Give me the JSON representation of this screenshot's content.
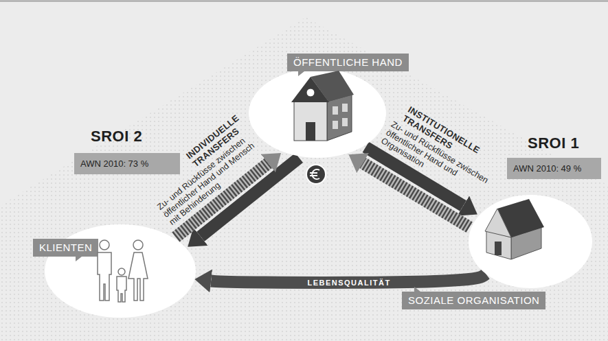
{
  "diagram": {
    "nodes": [
      {
        "text": [
          "ÖFFENTLICHE HAND"
        ]
      },
      {
        "text": [
          "SROI 2",
          "AWN 2010: 73 %"
        ]
      },
      {
        "text": [
          "SROI 1",
          "AWN 2010: 49 %"
        ]
      },
      {
        "text": [
          "KLIENTEN"
        ]
      },
      {
        "text": [
          "SOZIALE ORGANISATION"
        ]
      }
    ],
    "edges": [
      {
        "from": 0,
        "to": 3,
        "arrow": "to"
      },
      {
        "from": 3,
        "to": 0,
        "arrow": "to"
      },
      {
        "from": 0,
        "to": 4,
        "arrow": "to"
      },
      {
        "from": 4,
        "to": 0,
        "arrow": "to"
      },
      {
        "from": 4,
        "to": 3,
        "label": "LEBENSQUALITÄT",
        "arrow": "to"
      }
    ],
    "labels": [
      "INDIVIDUELLE TRANSFERS",
      "Zu- und Rückfüsse zwischen öffentlicher Hand und Mensch mit Behinderung",
      "INSTITUTIONELLE TRANSFERS",
      "Zu- und Rückflüsse zwischen öffentlicher Hand und Organisation"
    ]
  }
}
